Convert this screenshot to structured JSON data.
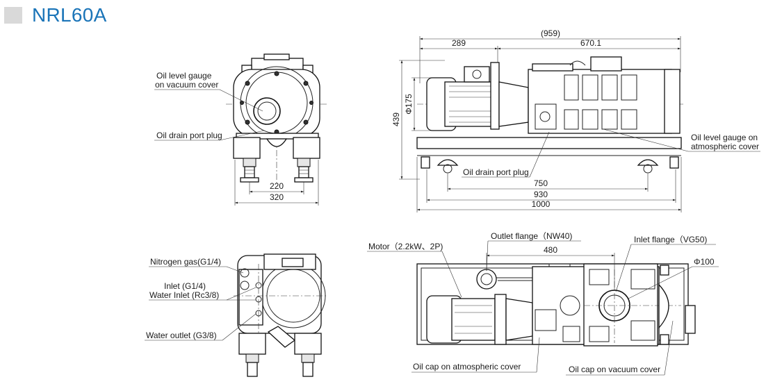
{
  "title": "NRL60A",
  "front_view": {
    "callouts": {
      "oil_level_gauge": [
        "Oil level gauge",
        "on vacuum cover"
      ],
      "oil_drain_plug": "Oil drain port plug"
    },
    "dimensions": {
      "inner_width": "220",
      "outer_width": "320"
    }
  },
  "side_view": {
    "dimensions": {
      "total_length": "(959)",
      "motor_length": "289",
      "pump_length": "670.1",
      "motor_dia": "Φ175",
      "height": "439",
      "foot_span": "750",
      "base_span": "930",
      "base_length": "1000"
    },
    "callouts": {
      "oil_level_gauge_atm": [
        "Oil level gauge on",
        "atmospheric cover"
      ],
      "oil_drain_plug": "Oil drain port plug"
    }
  },
  "rear_view": {
    "callouts": {
      "nitrogen_gas": "Nitrogen gas(G1/4)",
      "inlet": "Inlet (G1/4)",
      "water_inlet": "Water Inlet (Rc3/8)",
      "water_outlet": "Water outlet (G3/8)"
    }
  },
  "top_view": {
    "callouts": {
      "motor": "Motor（2.2kW、2P)",
      "outlet_flange": "Outlet flange（NW40)",
      "inlet_flange": "Inlet flange（VG50)",
      "inlet_dia": "Φ100",
      "oil_cap_atm": "Oil cap on atmospheric cover",
      "oil_cap_vac": "Oil cap on vacuum cover"
    },
    "dimensions": {
      "flange_distance": "480"
    }
  }
}
